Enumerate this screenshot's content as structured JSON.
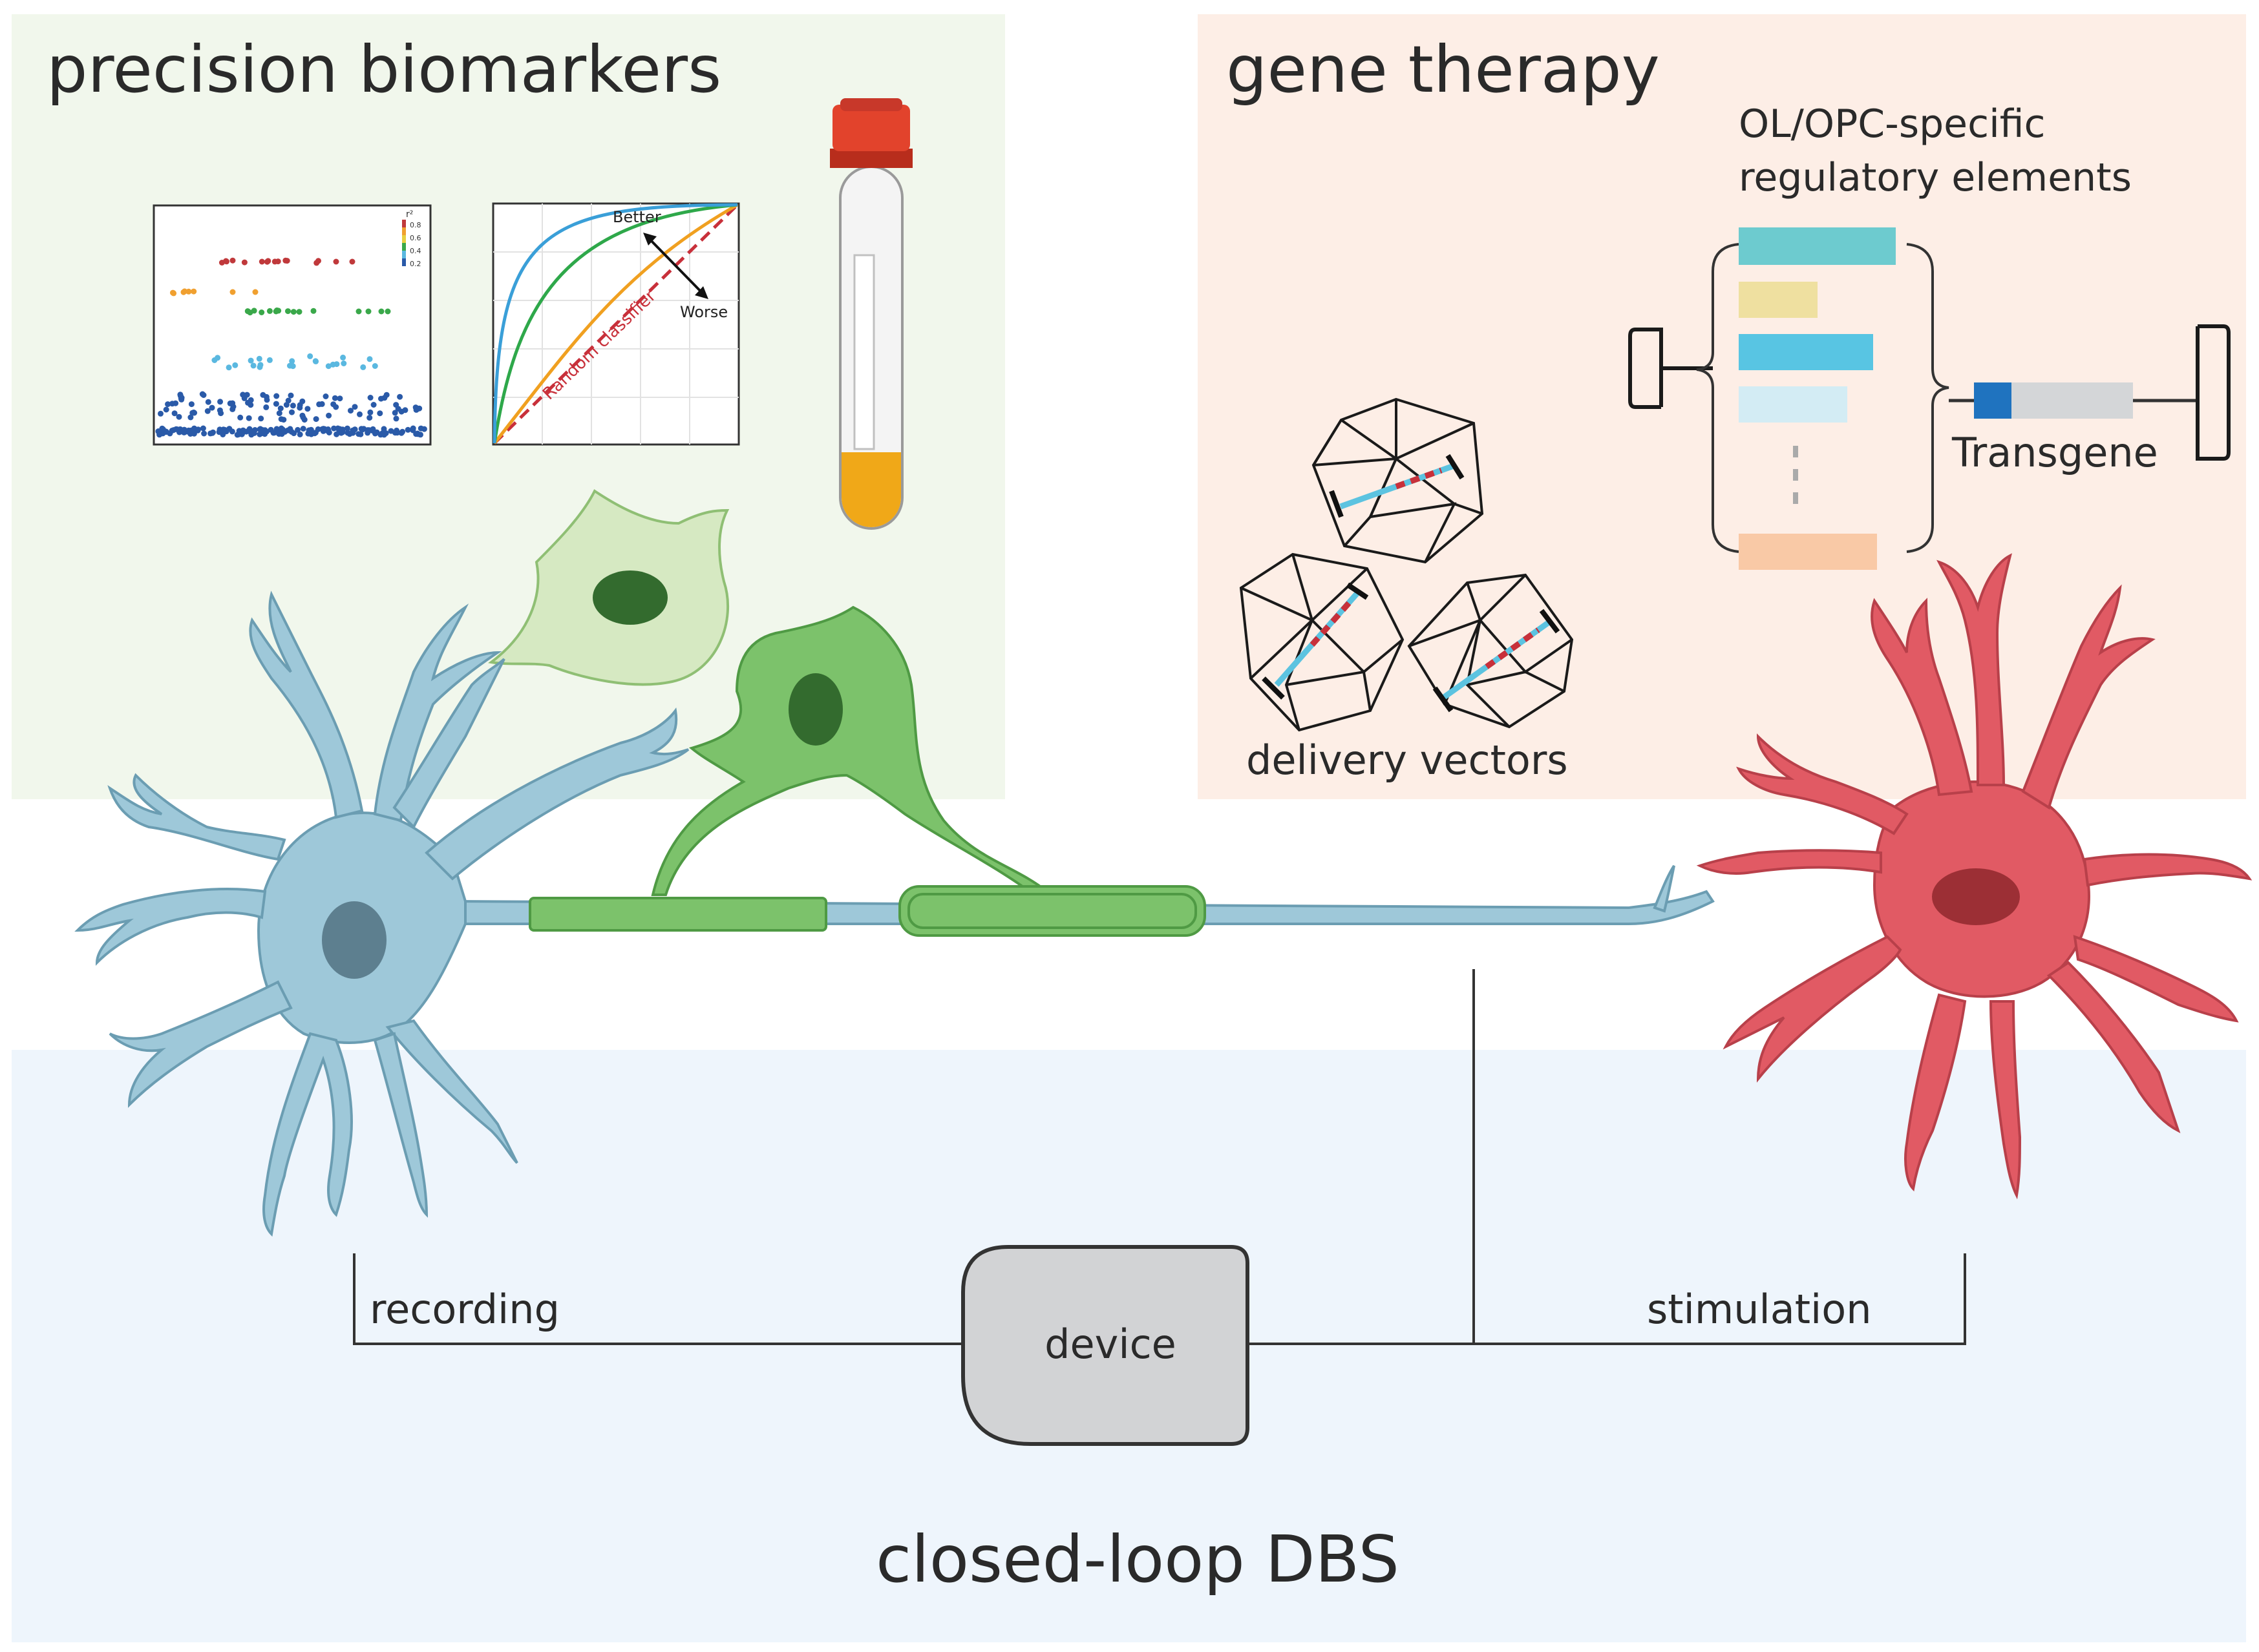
{
  "panels": {
    "biomarkers": {
      "title": "precision biomarkers",
      "bg": "#f1f7ec"
    },
    "gene_therapy": {
      "title": "gene therapy",
      "bg": "#fdeee6",
      "regulatory_label_line1": "OL/OPC-specific",
      "regulatory_label_line2": "regulatory elements",
      "transgene_label": "Transgene",
      "vectors_label": "delivery vectors",
      "element_colors": [
        "#6dcbcf",
        "#efe0a0",
        "#58c5e3",
        "#d3ecf4",
        "#f9c9a6"
      ]
    },
    "dbs": {
      "title": "closed-loop DBS",
      "bg": "#eef5fc",
      "recording_label": "recording",
      "stimulation_label": "stimulation",
      "device_label": "device"
    }
  },
  "roc_plot": {
    "better_label": "Better",
    "worse_label": "Worse",
    "random_label": "Random classifier",
    "curve_colors": [
      "#3a9fd8",
      "#2ea84a",
      "#f0a020"
    ],
    "diagonal_color": "#c8303a"
  },
  "scatter_plot": {
    "legend_title": "r²",
    "legend_ticks": [
      "0.8",
      "0.6",
      "0.4",
      "0.2"
    ],
    "row_colors": [
      "#c0393b",
      "#f0a030",
      "#3aa84a",
      "#5ab8e0",
      "#2a5aa8"
    ]
  },
  "cell_colors": {
    "neuron_blue": "#9ec8d9",
    "neuron_red": "#e15a64",
    "oligo_green": "#7cc26b",
    "opc_light": "#d6e9c2"
  }
}
